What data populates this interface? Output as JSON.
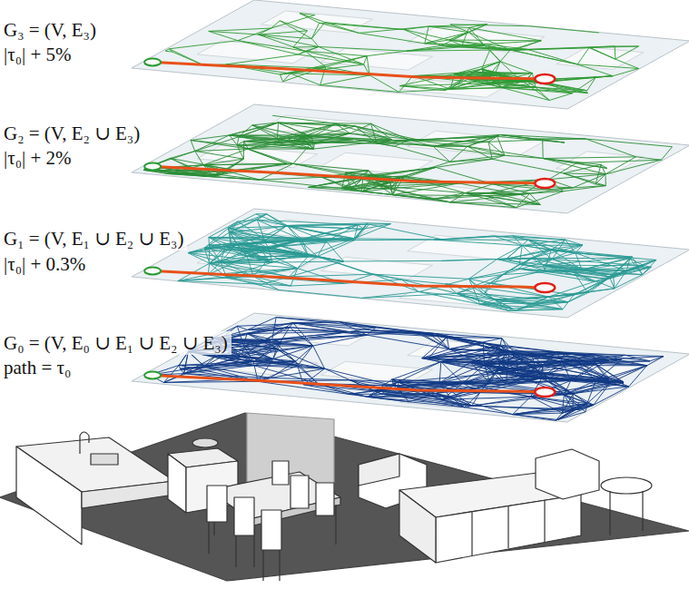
{
  "diagram": {
    "labels": [
      "G₃ = (V, E₃)",
      "|τ₀| + 5%",
      "G₂ = (V, E₂ ∪ E₃)",
      "|τ₀| + 2%",
      "G₁ = (V, E₁ ∪ E₂ ∪ E₃)",
      "|τ₀| + 0.3%",
      "G₀ = (V, E₀ ∪ E₁ ∪ E₂ ∪ E₃)",
      "path = τ₀"
    ]
  }
}
